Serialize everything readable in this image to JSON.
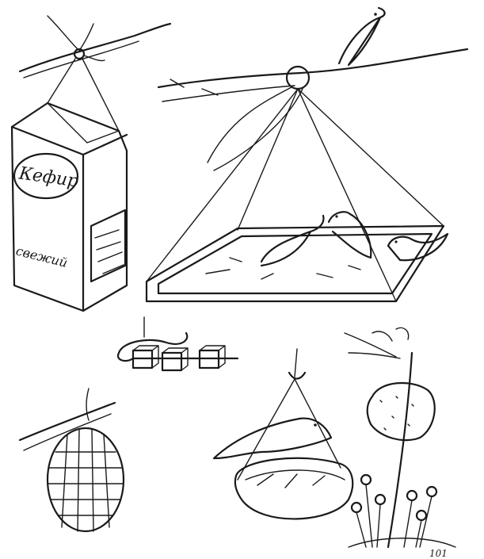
{
  "carton": {
    "brand": "Кефир",
    "side_text": "свежий"
  },
  "page_number": "101"
}
